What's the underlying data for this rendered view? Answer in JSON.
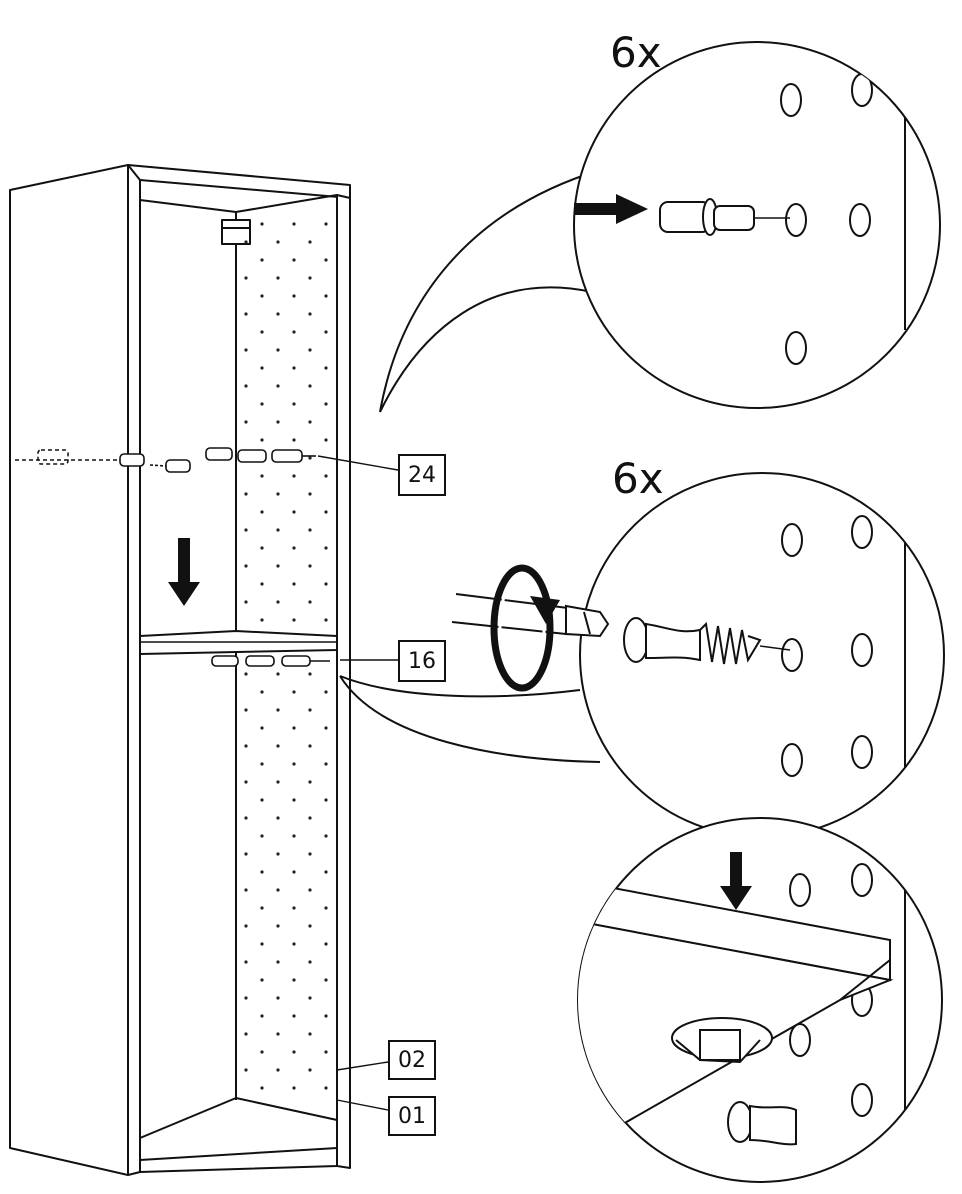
{
  "callouts": {
    "top_quantity": "6x",
    "middle_quantity": "6x"
  },
  "parts": {
    "part_24": "24",
    "part_16": "16",
    "part_02": "02",
    "part_01": "01"
  },
  "colors": {
    "line": "#111111",
    "background": "#ffffff"
  },
  "icons": {
    "insert_arrow": "arrow-right-icon",
    "down_arrow": "arrow-down-icon",
    "rotate": "rotate-clockwise-icon"
  }
}
